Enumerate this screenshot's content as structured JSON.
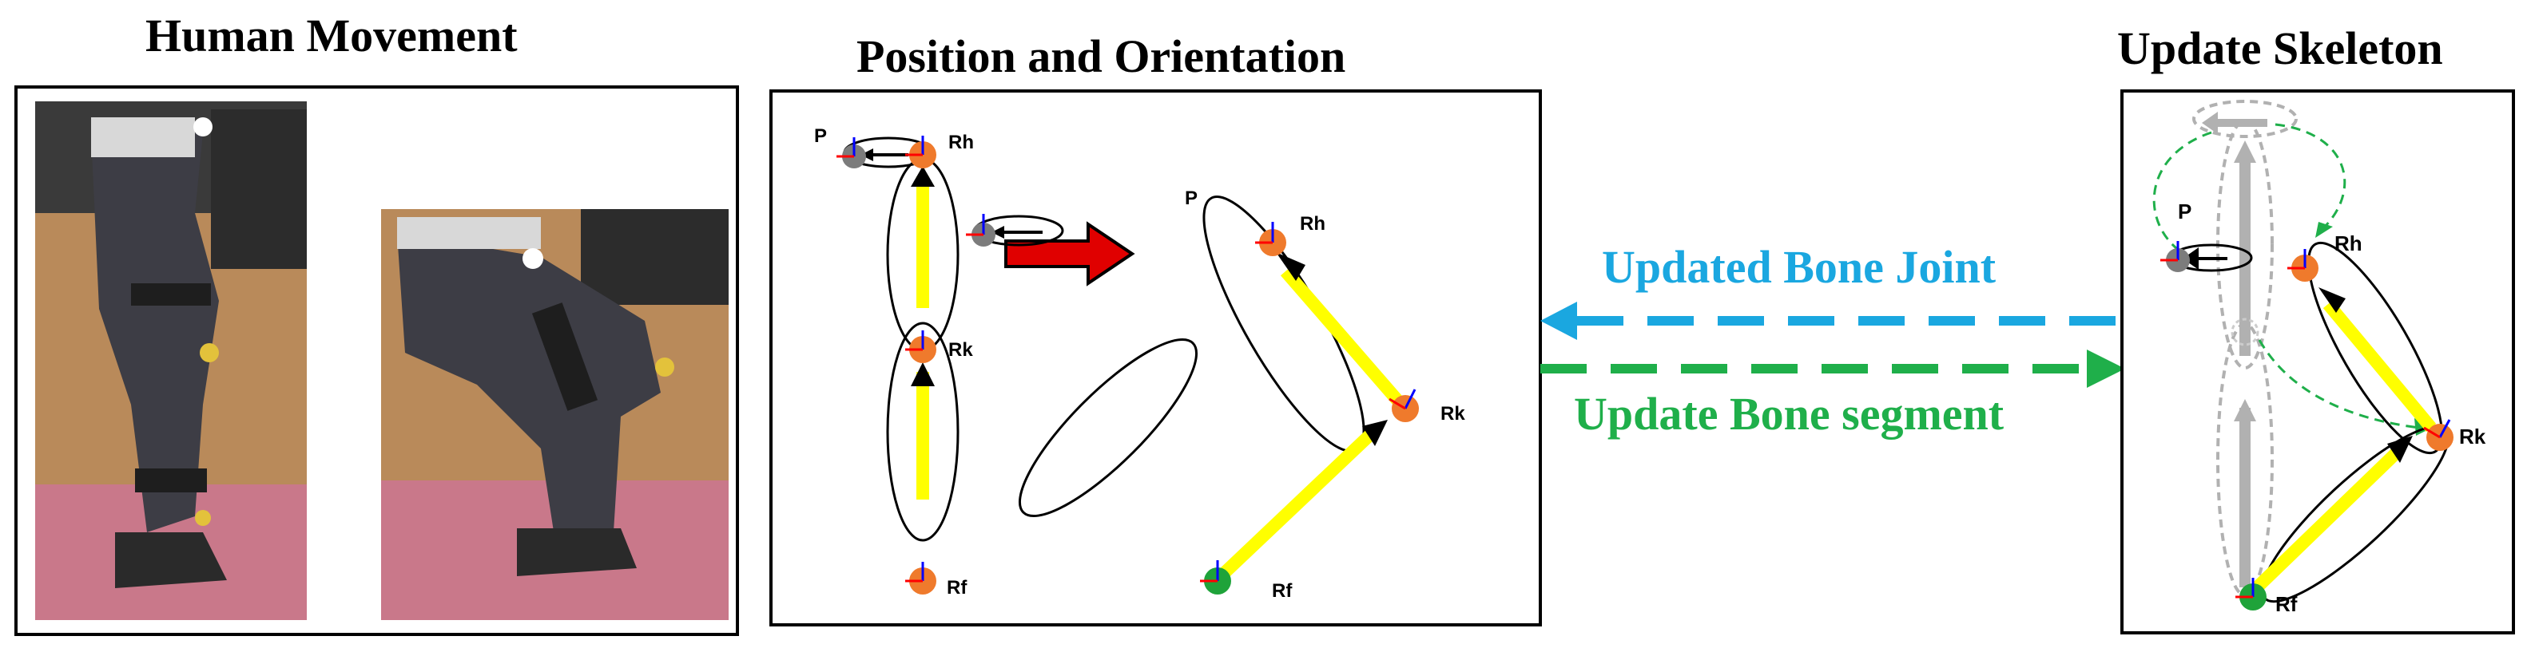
{
  "titles": {
    "human_movement": "Human Movement",
    "position_orientation": "Position and Orientation",
    "update_skeleton": "Update Skeleton"
  },
  "arrows": {
    "updated_bone_joint": "Updated Bone Joint",
    "update_bone_segment": "Update Bone segment"
  },
  "joint_labels": {
    "pelvis": "P",
    "hip": "Rh",
    "knee": "Rk",
    "foot": "Rf"
  },
  "colors": {
    "joint_arrow": "#1aa7e0",
    "segment_arrow": "#1faf4a",
    "transform_arrow": "#e00000",
    "bone": "#ffff00",
    "joint_orange": "#ef7a2c",
    "joint_green": "#1fa33a",
    "joint_grey": "#808080",
    "ghost": "#a9a9a9"
  }
}
